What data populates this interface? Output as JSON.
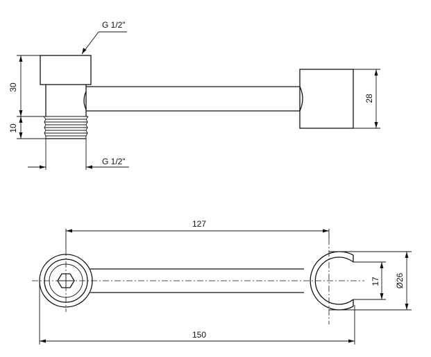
{
  "labels": {
    "thread_top": "G 1/2\"",
    "thread_bottom": "G 1/2\"",
    "dim_30": "30",
    "dim_10": "10",
    "dim_28": "28",
    "dim_127": "127",
    "dim_150": "150",
    "dim_17": "17",
    "dim_26": "Ø26"
  }
}
